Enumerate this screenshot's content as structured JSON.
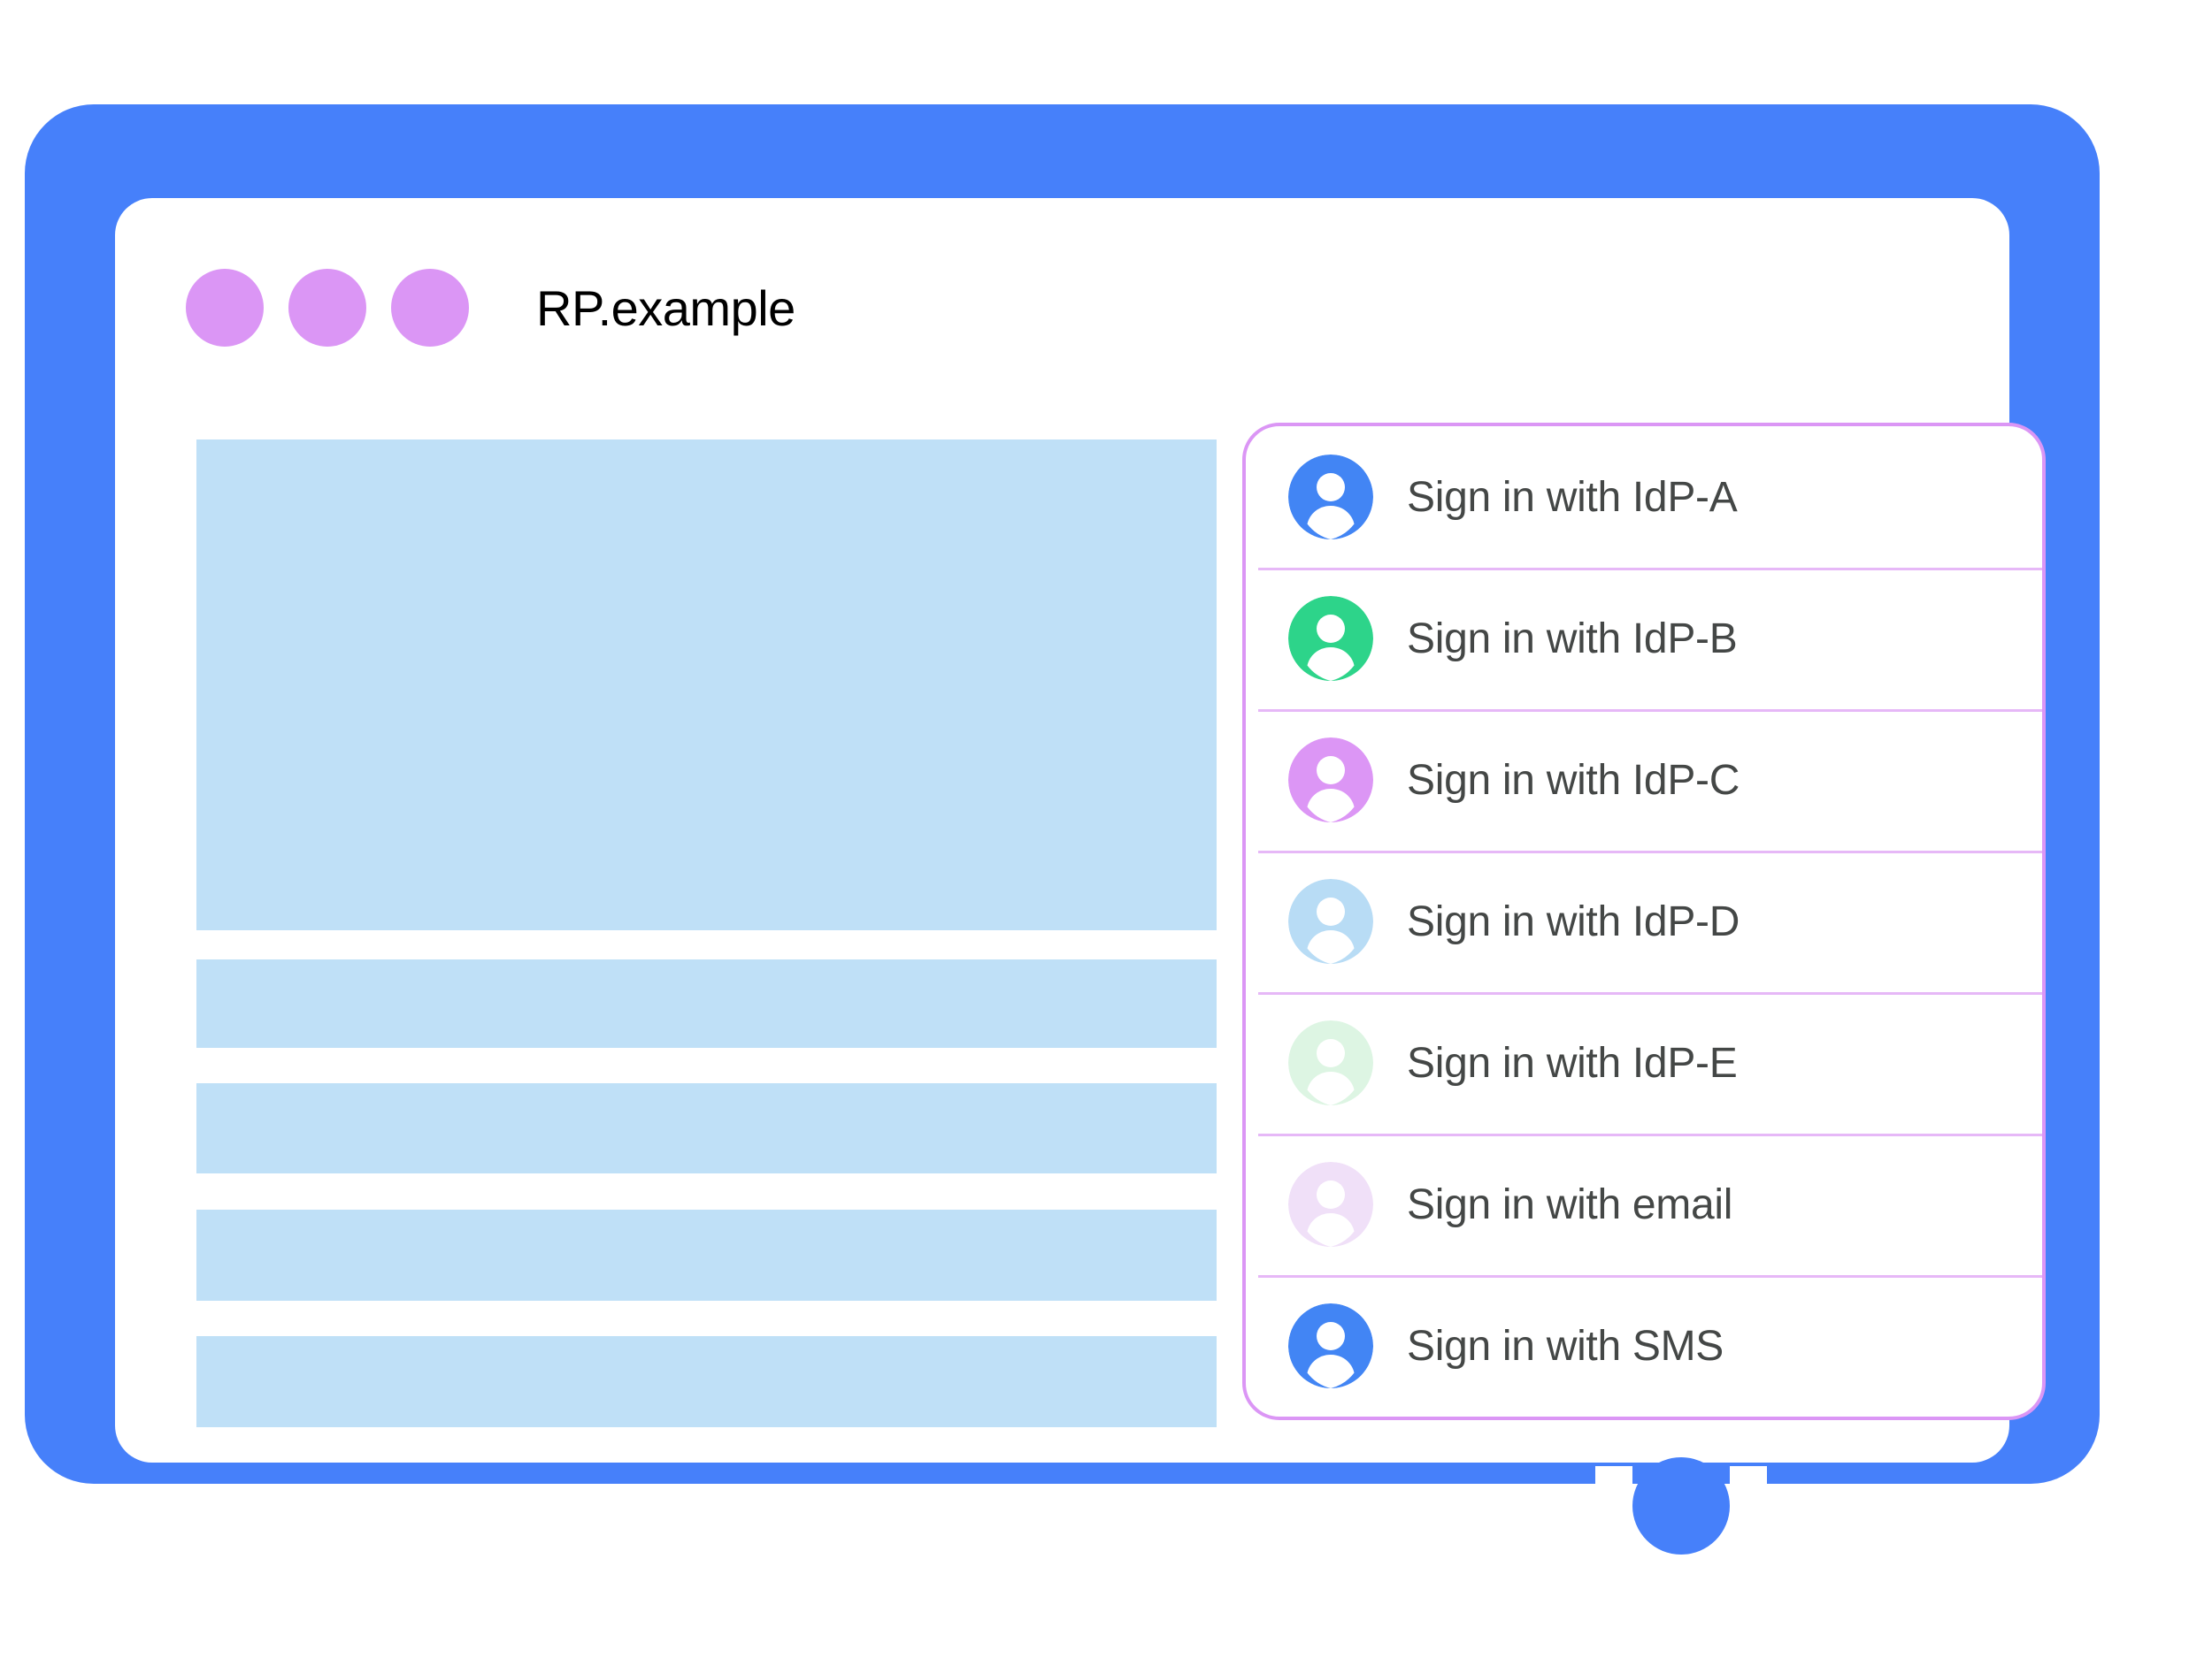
{
  "colors": {
    "device_frame_blue": "#4680fa",
    "header_dot_purple": "#db96f5",
    "placeholder_blue": "#bfe0f7",
    "panel_border_purple": "#db96f5",
    "divider_purple": "#e6b8f7",
    "label_text_gray": "#444746",
    "avatar_blue": "#4285f4",
    "avatar_green": "#2dd48a",
    "avatar_purple": "#dc96f5",
    "avatar_light_blue": "#b8dcf5",
    "avatar_light_green": "#ddf5e3",
    "avatar_light_lavender": "#f0e0f8"
  },
  "browser": {
    "site_title": "RP.example",
    "dots": [
      "window-dot-1",
      "window-dot-2",
      "window-dot-3"
    ]
  },
  "page_content": {
    "placeholders": [
      {
        "name": "hero-placeholder"
      },
      {
        "name": "text-line-placeholder-1"
      },
      {
        "name": "text-line-placeholder-2"
      },
      {
        "name": "text-line-placeholder-3"
      },
      {
        "name": "text-line-placeholder-4"
      }
    ]
  },
  "account_chooser": {
    "rows": [
      {
        "label": "Sign in with IdP-A",
        "icon": "account-avatar-icon",
        "avatar_color": "#4285f4",
        "faded": false
      },
      {
        "label": "Sign in with IdP-B",
        "icon": "account-avatar-icon",
        "avatar_color": "#2dd48a",
        "faded": false
      },
      {
        "label": "Sign in with IdP-C",
        "icon": "account-avatar-icon",
        "avatar_color": "#dc96f5",
        "faded": false
      },
      {
        "label": "Sign in with IdP-D",
        "icon": "account-avatar-icon",
        "avatar_color": "#b8dcf5",
        "faded": true
      },
      {
        "label": "Sign in with IdP-E",
        "icon": "account-avatar-icon",
        "avatar_color": "#ddf5e3",
        "faded": true
      },
      {
        "label": "Sign in with email",
        "icon": "account-avatar-icon",
        "avatar_color": "#f0e0f8",
        "faded": true
      },
      {
        "label": "Sign in with SMS",
        "icon": "account-avatar-icon",
        "avatar_color": "#4285f4",
        "faded": false
      }
    ]
  },
  "device": {
    "home_button": "home-button"
  }
}
